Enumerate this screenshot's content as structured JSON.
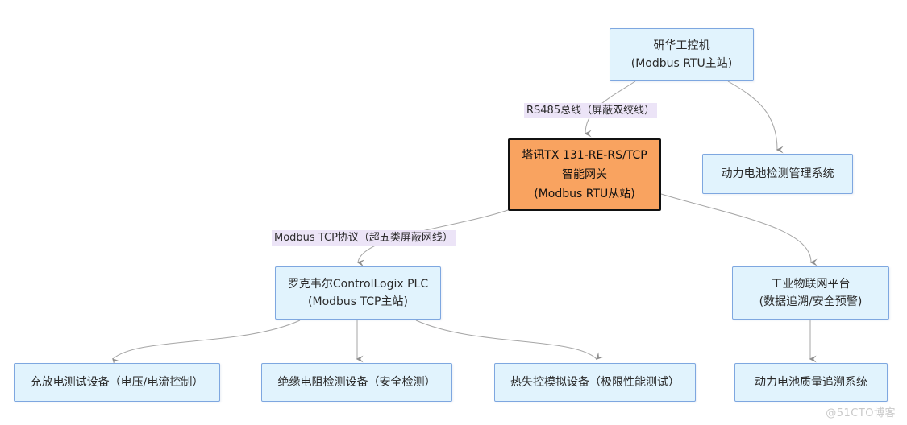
{
  "diagram": {
    "title_hint": "Modbus gateway battery-test system topology",
    "nodes": {
      "ipc": {
        "lines": [
          "研华工控机",
          "(Modbus RTU主站)"
        ]
      },
      "gateway": {
        "lines": [
          "塔讯TX 131-RE-RS/TCP",
          "智能网关",
          "(Modbus RTU从站)"
        ]
      },
      "battery_mgmt": {
        "lines": [
          "动力电池检测管理系统"
        ]
      },
      "plc": {
        "lines": [
          "罗克韦尔ControlLogix PLC",
          "(Modbus TCP主站)"
        ]
      },
      "iot": {
        "lines": [
          "工业物联网平台",
          "(数据追溯/安全预警)"
        ]
      },
      "charge": {
        "lines": [
          "充放电测试设备（电压/电流控制）"
        ]
      },
      "insulation": {
        "lines": [
          "绝缘电阻检测设备（安全检测）"
        ]
      },
      "thermal": {
        "lines": [
          "热失控模拟设备（极限性能测试）"
        ]
      },
      "trace": {
        "lines": [
          "动力电池质量追溯系统"
        ]
      }
    },
    "edge_labels": {
      "rs485": "RS485总线（屏蔽双绞线）",
      "tcp": "Modbus TCP协议（超五类屏蔽网线）"
    },
    "edges": [
      {
        "from": "ipc",
        "to": "gateway",
        "label": "RS485总线（屏蔽双绞线）"
      },
      {
        "from": "ipc",
        "to": "battery_mgmt",
        "label": ""
      },
      {
        "from": "gateway",
        "to": "plc",
        "label": "Modbus TCP协议（超五类屏蔽网线）"
      },
      {
        "from": "gateway",
        "to": "iot",
        "label": ""
      },
      {
        "from": "plc",
        "to": "charge",
        "label": ""
      },
      {
        "from": "plc",
        "to": "insulation",
        "label": ""
      },
      {
        "from": "plc",
        "to": "thermal",
        "label": ""
      },
      {
        "from": "iot",
        "to": "trace",
        "label": ""
      }
    ],
    "colors": {
      "node_fill": "#e1f3fd",
      "node_border": "#7ea7e0",
      "gateway_fill": "#f9a360",
      "gateway_border": "#111111",
      "edge_label_bg": "#ece4f7",
      "arrow": "#a6a6a6",
      "watermark_text": "#c9c9c9"
    },
    "watermark": "@51CTO博客"
  }
}
